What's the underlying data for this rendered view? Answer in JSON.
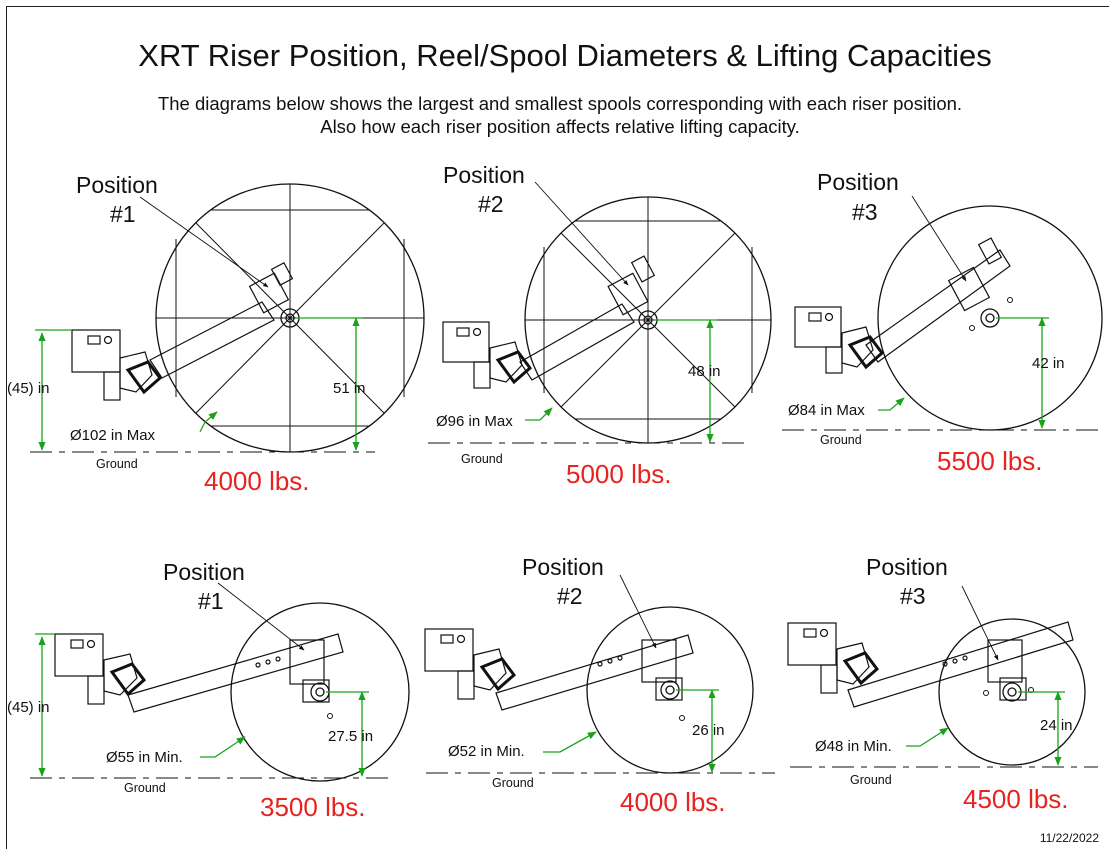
{
  "title": "XRT Riser Position, Reel/Spool Diameters & Lifting Capacities",
  "subtitle_line1": "The diagrams below shows the largest and smallest spools corresponding with each riser position.",
  "subtitle_line2": "Also how each riser position affects relative lifting capacity.",
  "date": "11/22/2022",
  "ground_label": "Ground",
  "colors": {
    "capacity": "#e8231f",
    "dimension": "#1aa31a",
    "line": "#111111"
  },
  "diagrams": [
    {
      "position_word": "Position",
      "position_num": "#1",
      "height": "(45) in",
      "diameter": "Ø102 in Max",
      "axle_height": "51 in",
      "capacity": "4000 lbs."
    },
    {
      "position_word": "Position",
      "position_num": "#2",
      "diameter": "Ø96 in Max",
      "axle_height": "48 in",
      "capacity": "5000 lbs."
    },
    {
      "position_word": "Position",
      "position_num": "#3",
      "diameter": "Ø84 in Max",
      "axle_height": "42 in",
      "capacity": "5500 lbs."
    },
    {
      "position_word": "Position",
      "position_num": "#1",
      "height": "(45) in",
      "diameter": "Ø55 in Min.",
      "axle_height": "27.5 in",
      "capacity": "3500 lbs."
    },
    {
      "position_word": "Position",
      "position_num": "#2",
      "diameter": "Ø52 in Min.",
      "axle_height": "26 in",
      "capacity": "4000 lbs."
    },
    {
      "position_word": "Position",
      "position_num": "#3",
      "diameter": "Ø48 in Min.",
      "axle_height": "24 in",
      "capacity": "4500 lbs."
    }
  ]
}
